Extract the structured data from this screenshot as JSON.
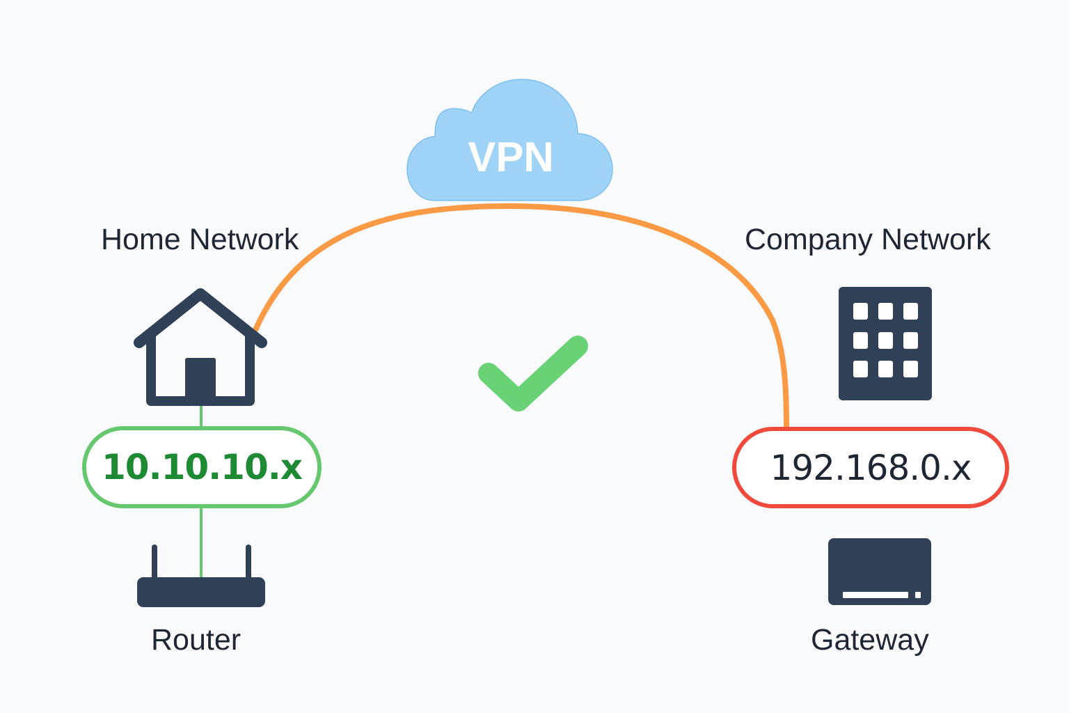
{
  "title": "VPN connection between Home Network and Company Network",
  "cloud": {
    "label": "VPN",
    "icon": "cloud-icon",
    "fill_color": "#9fd3f7",
    "text_color": "#ffffff"
  },
  "tunnel": {
    "color": "#fb9a44",
    "from": "home-network",
    "to": "company-network"
  },
  "status": {
    "icon": "checkmark-icon",
    "color": "#69d275",
    "meaning": "connected"
  },
  "home": {
    "title": "Home Network",
    "icon": "house-icon",
    "subnet": "10.10.10.x",
    "subnet_color": "#1f8a34",
    "border_color": "#66c86e",
    "device_icon": "router-icon",
    "device_label": "Router"
  },
  "company": {
    "title": "Company Network",
    "icon": "office-building-icon",
    "subnet": "192.168.0.x",
    "subnet_color": "#1e2533",
    "border_color": "#f04a3c",
    "device_icon": "gateway-icon",
    "device_label": "Gateway"
  },
  "colors": {
    "icon_dark": "#2f4057",
    "link_green": "#66c86e",
    "background": "#f8fafc"
  }
}
